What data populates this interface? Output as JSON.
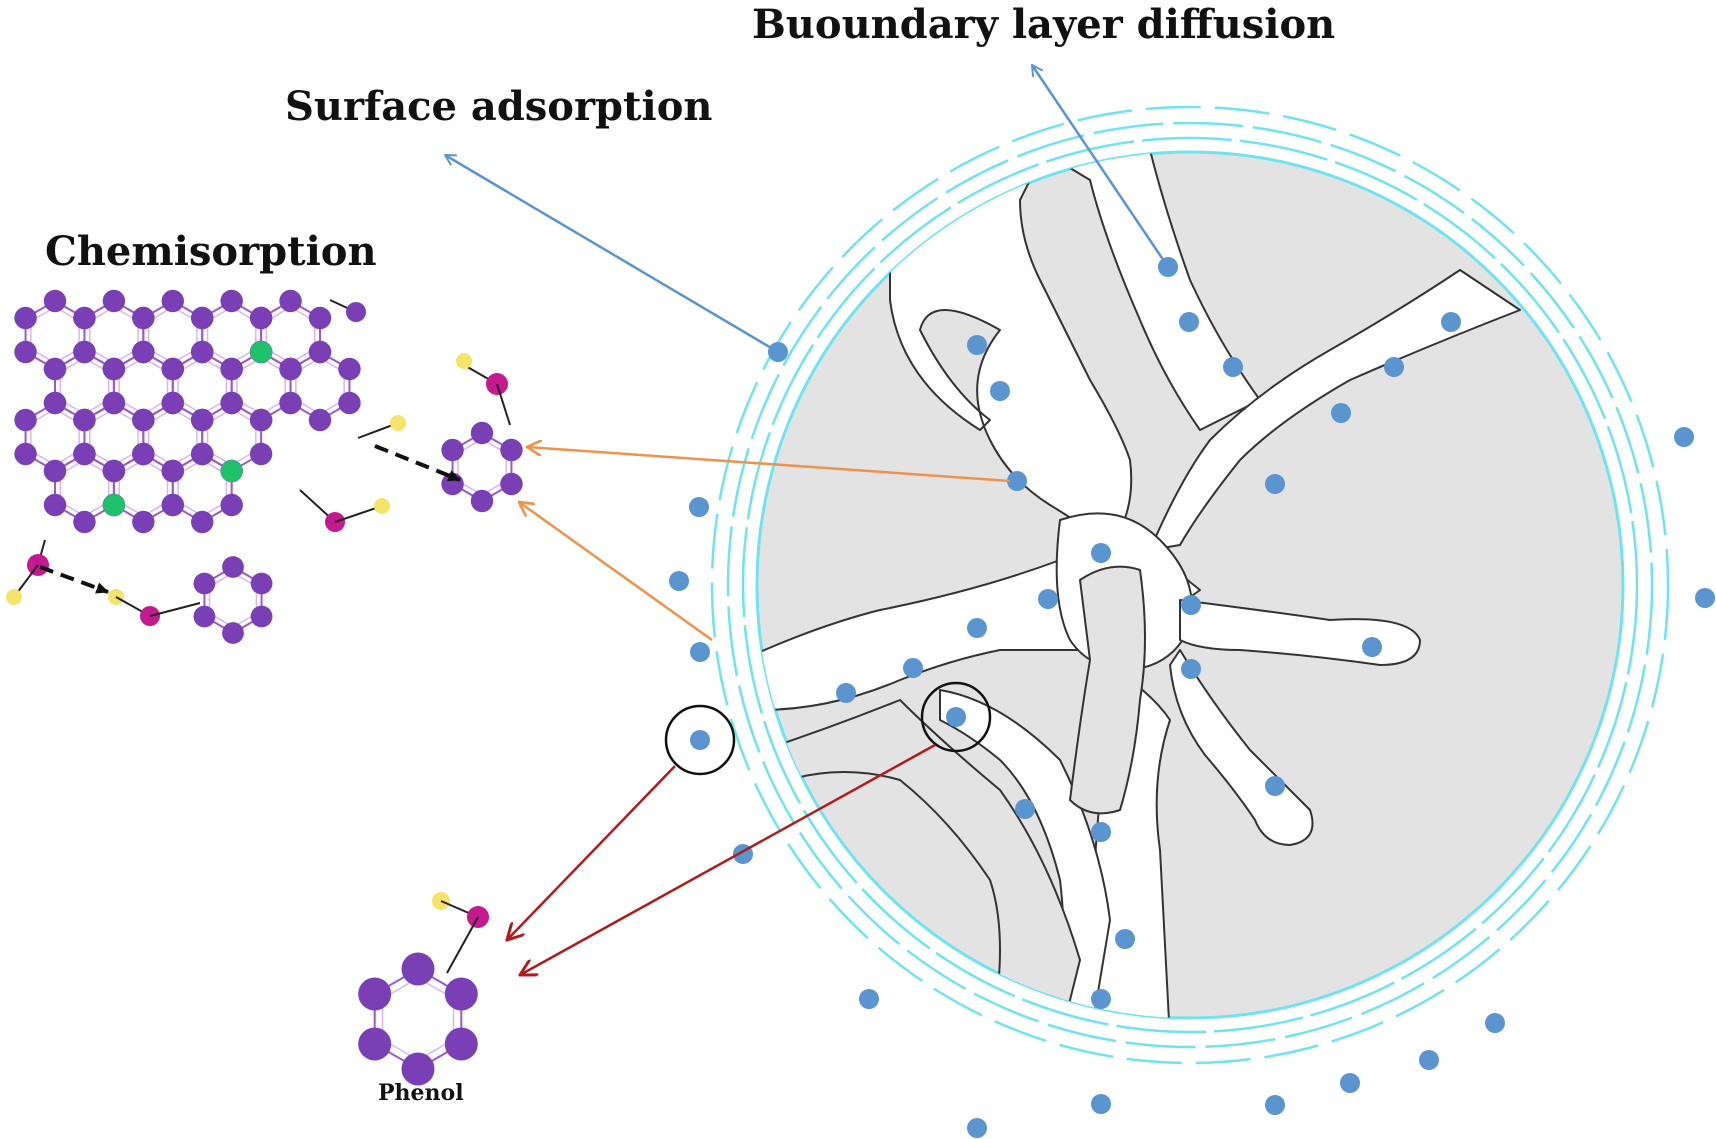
{
  "labels": {
    "boundary": "Buoundary layer diffusion",
    "surface": "Surface adsorption",
    "chemisorption": "Chemisorption",
    "phenol": "Phenol"
  },
  "colors": {
    "particle_fill": "#e3e3e3",
    "pore_outline": "#333333",
    "boundary_layer": "#6fe3f0",
    "adsorbate": "#5a95cf",
    "carbon_atom": "#7b3fb5",
    "oxygen_group": "#1fc26b",
    "hydroxyl_oxygen": "#c4198f",
    "hydrogen": "#f5e36a",
    "bond": "#9b59c9",
    "arrow_blue": "#5a95cf",
    "arrow_orange": "#f0924a",
    "arrow_red": "#b01c1c",
    "dashed_arrow": "#111111"
  },
  "icons": {
    "particle": "porous-adsorbent-particle",
    "adsorbate": "phenol-molecule-dot",
    "sheet": "graphene-sheet-icon",
    "phenol": "benzene-ring-icon"
  }
}
